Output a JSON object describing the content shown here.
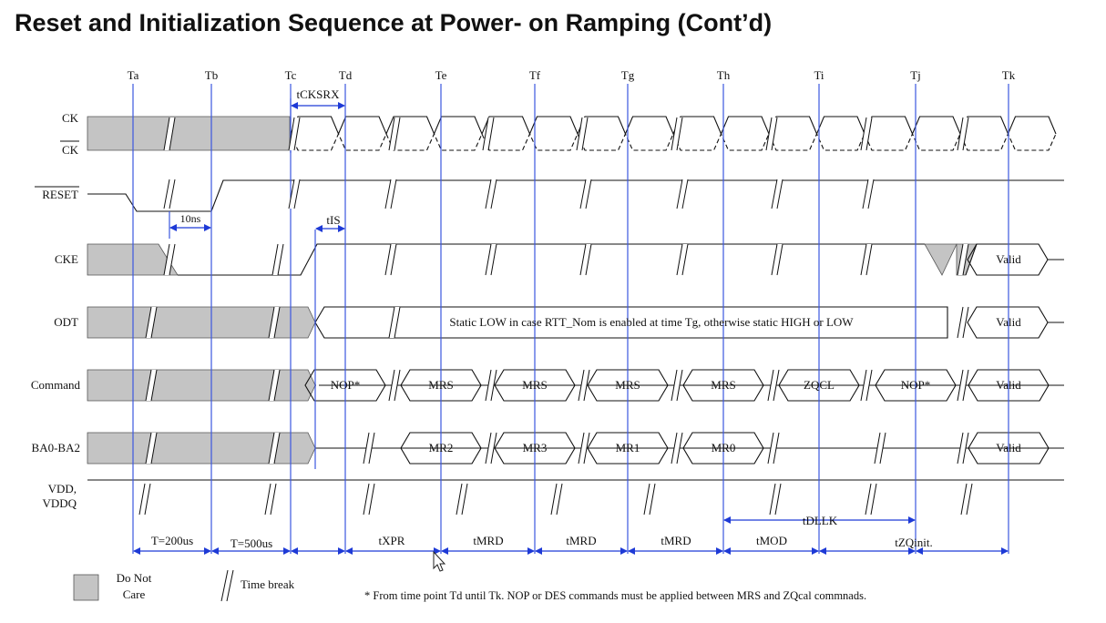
{
  "title": "Reset and Initialization Sequence at Power- on Ramping (Cont’d)",
  "time_points": [
    "Ta",
    "Tb",
    "Tc",
    "Td",
    "Te",
    "Tf",
    "Tg",
    "Th",
    "Ti",
    "Tj",
    "Tk"
  ],
  "signals": {
    "ck": "CK",
    "ck_n": "CK",
    "reset_n": "RESET",
    "cke": "CKE",
    "odt": "ODT",
    "command": "Command",
    "ba": "BA0-BA2",
    "vdd_line1": "VDD,",
    "vdd_line2": "VDDQ"
  },
  "timing_labels": {
    "tcksrx": "tCKSRX",
    "t10ns": "10ns",
    "tis": "tIS",
    "tdllk": "tDLLK"
  },
  "intervals": [
    "T=200us",
    "T=500us",
    "tXPR",
    "tMRD",
    "tMRD",
    "tMRD",
    "tMOD",
    "tZQinit."
  ],
  "cke_valid": "Valid",
  "odt_note": "Static LOW in case RTT_Nom is enabled at  time Tg, otherwise static HIGH or LOW",
  "odt_valid": "Valid",
  "commands": [
    "NOP*",
    "MRS",
    "MRS",
    "MRS",
    "MRS",
    "ZQCL",
    "NOP*",
    "Valid"
  ],
  "ba_values": [
    "MR2",
    "MR3",
    "MR1",
    "MR0",
    "Valid"
  ],
  "legend": {
    "dont_care_line1": "Do Not",
    "dont_care_line2": "Care",
    "time_break": "Time break"
  },
  "footnote": "* From time point Td until Tk. NOP or DES commands must be applied between MRS and ZQcal commnads.",
  "colors": {
    "marker_line": "#3b57e0",
    "arrow": "#1e3ad6",
    "dont_care_fill": "#c4c4c4"
  }
}
